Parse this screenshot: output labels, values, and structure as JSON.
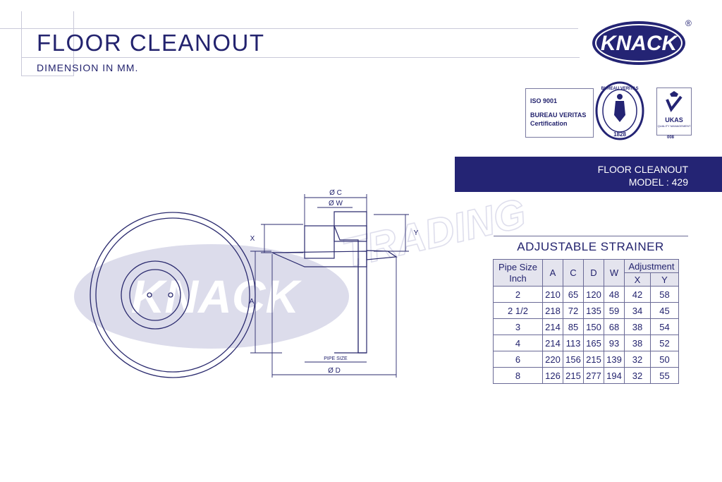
{
  "header": {
    "title": "FLOOR CLEANOUT",
    "subtitle": "DIMENSION IN MM."
  },
  "brand": {
    "logo_text": "KNACK",
    "registered_mark": "®"
  },
  "certification": {
    "line1": "ISO 9001",
    "line2": "BUREAU VERITAS",
    "line3": "Certification",
    "seal_text": "BUREAU VERITAS",
    "seal_year": "1828",
    "ukas_label": "UKAS",
    "ukas_sub": "QUALITY MANAGEMENT",
    "ukas_code": "008"
  },
  "model_band": {
    "product": "FLOOR CLEANOUT",
    "model": "MODEL : 429"
  },
  "drawing": {
    "label_c": "Ø C",
    "label_w": "Ø W",
    "label_x": "X",
    "label_y": "Y",
    "label_a": "A",
    "label_pipe": "PIPE SIZE",
    "label_d": "Ø D",
    "watermark_logo": "KNACK",
    "watermark_text": "TRADING"
  },
  "table": {
    "title": "ADJUSTABLE STRAINER",
    "headers": {
      "pipe_size": "Pipe Size",
      "inch": "Inch",
      "a": "A",
      "c": "C",
      "d": "D",
      "w": "W",
      "adjustment": "Adjustment",
      "x": "X",
      "y": "Y"
    },
    "rows": [
      {
        "size": "2",
        "a": "210",
        "c": "65",
        "d": "120",
        "w": "48",
        "x": "42",
        "y": "58"
      },
      {
        "size": "2 1/2",
        "a": "218",
        "c": "72",
        "d": "135",
        "w": "59",
        "x": "34",
        "y": "45"
      },
      {
        "size": "3",
        "a": "214",
        "c": "85",
        "d": "150",
        "w": "68",
        "x": "38",
        "y": "54"
      },
      {
        "size": "4",
        "a": "214",
        "c": "113",
        "d": "165",
        "w": "93",
        "x": "38",
        "y": "52"
      },
      {
        "size": "6",
        "a": "220",
        "c": "156",
        "d": "215",
        "w": "139",
        "x": "32",
        "y": "50"
      },
      {
        "size": "8",
        "a": "126",
        "c": "215",
        "d": "277",
        "w": "194",
        "x": "32",
        "y": "55"
      }
    ]
  },
  "colors": {
    "navy": "#242474",
    "line": "#6a6a96",
    "watermark": "#d6d6e8"
  }
}
